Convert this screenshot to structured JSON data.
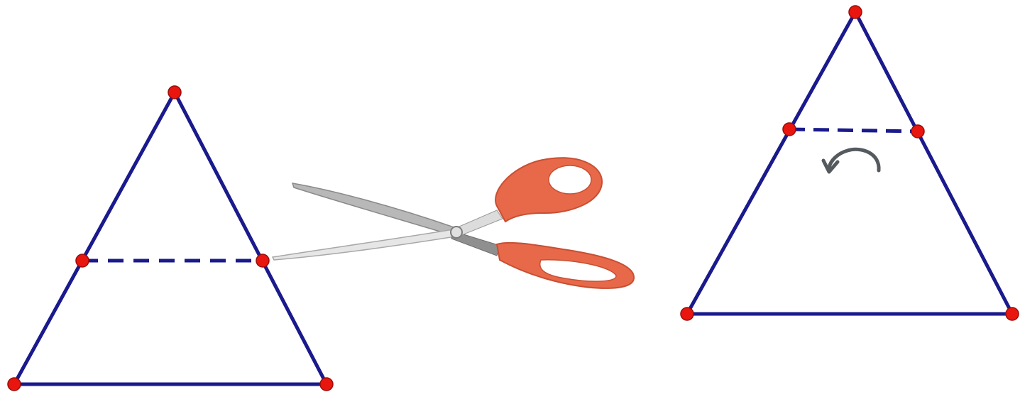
{
  "diagram": {
    "line_color": "#1a1a8c",
    "point_color": "#e8160f",
    "point_stroke": "#9b0d08",
    "left_figure": {
      "description": "",
      "solid_segments": 3,
      "dashed_segments": 1,
      "points": 5
    },
    "right_figure": {
      "solid_segments": 3,
      "dashed_segments": 1,
      "points": 5
    },
    "scissors": {
      "handle_color": "#e8694a",
      "blade_color": "#c9c9c9",
      "icon": "scissors-icon"
    },
    "rotate_arrow": {
      "icon": "rotate-arrow-icon",
      "color": "#555a5e"
    }
  }
}
